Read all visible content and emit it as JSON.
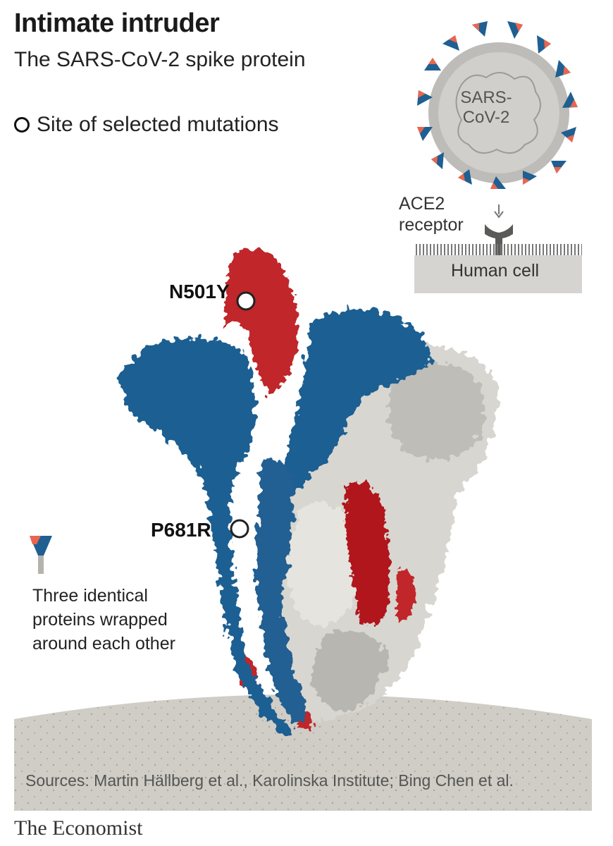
{
  "header": {
    "title": "Intimate intruder",
    "subtitle": "The SARS-CoV-2 spike protein"
  },
  "legend": {
    "marker_label": "Site of selected mutations",
    "marker_icon": "open-circle-icon"
  },
  "inset": {
    "virus_label": "SARS-\nCoV-2",
    "receptor_label": "ACE2\nreceptor",
    "cell_label": "Human cell"
  },
  "mutations": [
    {
      "label": "N501Y"
    },
    {
      "label": "P681R"
    }
  ],
  "note": "Three identical\nproteins wrapped\naround each other",
  "sources": "Sources: Martin Hällberg et al., Karolinska Institute; Bing Chen et al.",
  "brand": "The Economist",
  "colors": {
    "blue": "#1f5f92",
    "red": "#c0262a",
    "white_protein": "#d8d6d0",
    "grey_protein": "#a9a8a3",
    "membrane": "#cfcdc5",
    "inset_grey": "#bdbcb8",
    "coral": "#e8664e"
  }
}
